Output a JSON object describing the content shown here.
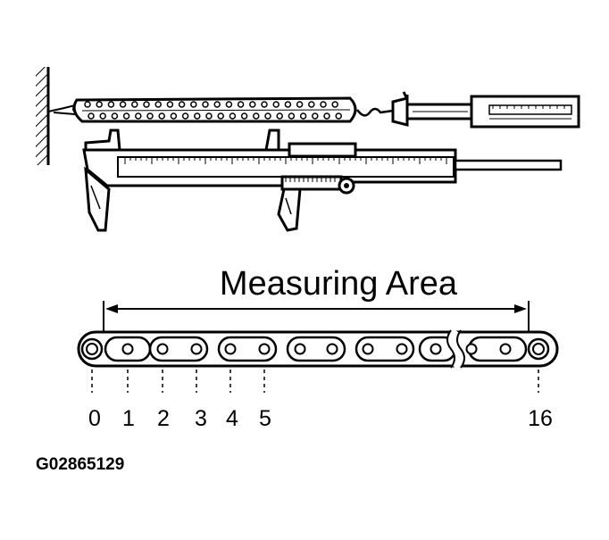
{
  "diagram": {
    "title": "Measuring Area",
    "link_numbers": [
      "0",
      "1",
      "2",
      "3",
      "4",
      "5",
      "16"
    ],
    "figure_code": "G02865129"
  }
}
